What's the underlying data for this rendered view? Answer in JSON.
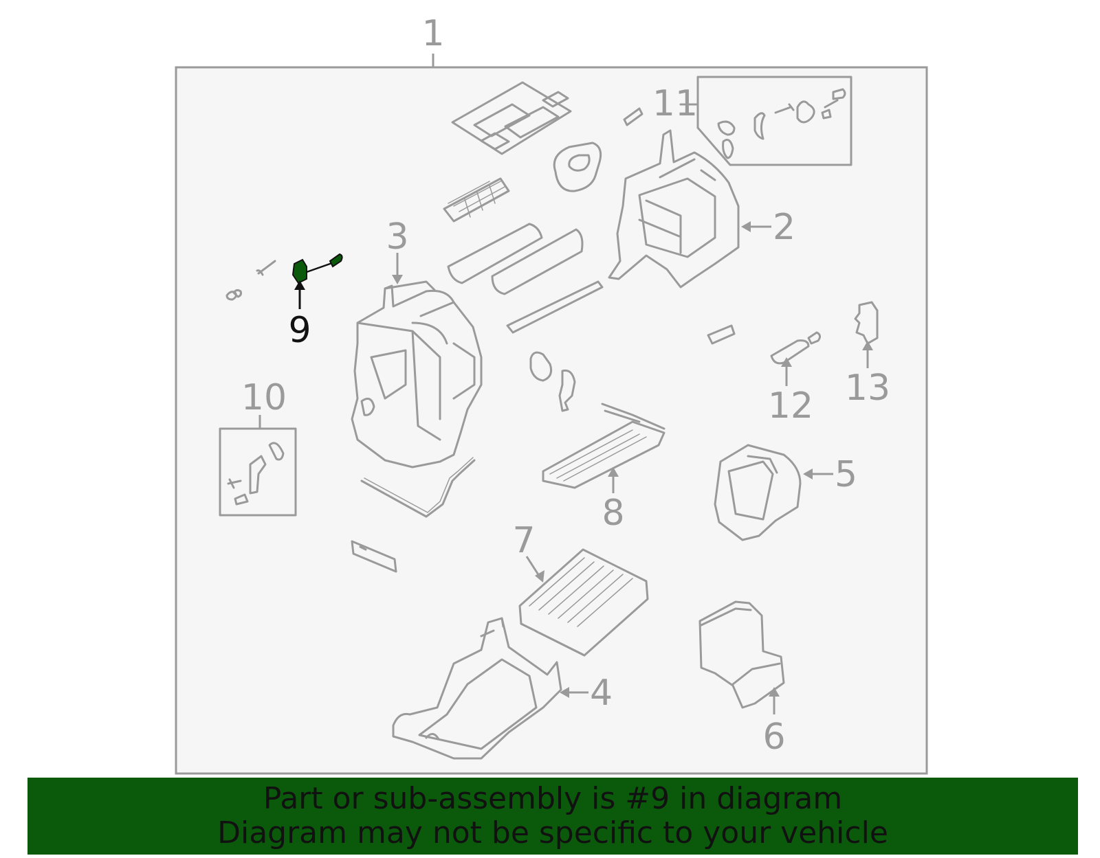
{
  "diagram": {
    "assembly_label": "1",
    "callouts": [
      "2",
      "3",
      "4",
      "5",
      "6",
      "7",
      "8",
      "9",
      "10",
      "11",
      "12",
      "13"
    ],
    "highlighted_callout": "9"
  },
  "banner": {
    "line1": "Part or sub-assembly is #9 in diagram",
    "line2": "Diagram may not be specific to your vehicle"
  },
  "colors": {
    "line_art": "#9a9a9a",
    "highlight_part": "#0b5a0b",
    "banner_bg": "#0b5a0b",
    "panel_bg": "#f6f6f6"
  }
}
